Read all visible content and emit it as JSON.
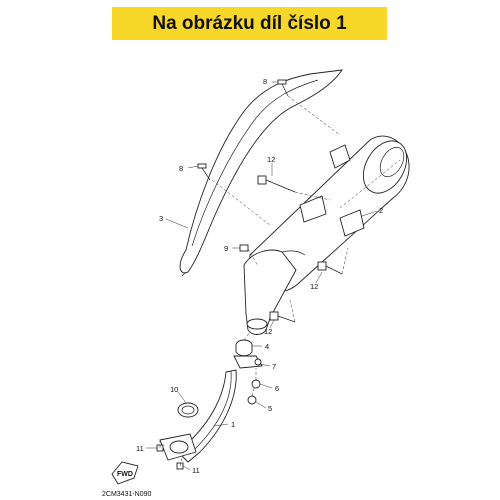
{
  "banner": {
    "title": "Na obrázku díl číslo 1"
  },
  "diagram": {
    "callouts": [
      "8",
      "8",
      "12",
      "3",
      "2",
      "9",
      "12",
      "12",
      "4",
      "7",
      "6",
      "5",
      "10",
      "1",
      "11",
      "11"
    ],
    "fwd_label": "FWD",
    "code": "2CM3431-N090"
  },
  "colors": {
    "banner": "#f7d82a",
    "line": "#222222"
  }
}
